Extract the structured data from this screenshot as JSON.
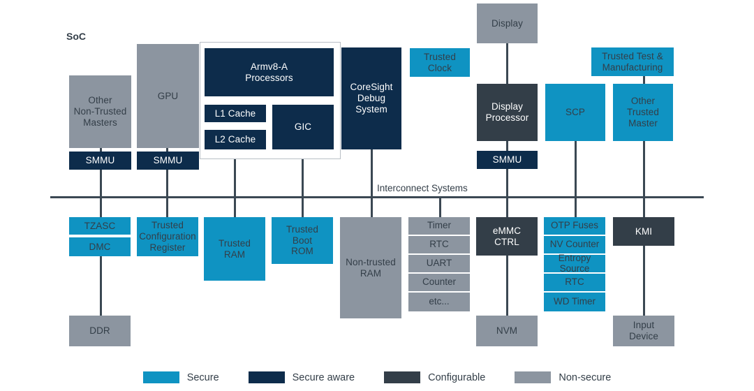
{
  "diagram": {
    "title": "SoC",
    "bus_label": "Interconnect Systems",
    "colors": {
      "secure": "#0f93c2",
      "secure_aware": "#0d2c4b",
      "configurable": "#333e48",
      "non_secure": "#8c95a0",
      "wire": "#3b4853",
      "group_border": "#b9bfc6",
      "background": "#ffffff"
    }
  },
  "masters": {
    "other_non_trusted_masters": "Other\nNon-Trusted\nMasters",
    "other_non_trusted_masters_lines": [
      "Other",
      "Non-Trusted",
      "Masters"
    ],
    "smmu_1": "SMMU",
    "gpu": "GPU",
    "smmu_2": "SMMU",
    "armv8a_processors_lines": [
      "Armv8-A",
      "Processors"
    ],
    "l1_cache": "L1 Cache",
    "l2_cache": "L2 Cache",
    "gic": "GIC",
    "coresight_lines": [
      "CoreSight",
      "Debug",
      "System"
    ],
    "trusted_clock_lines": [
      "Trusted",
      "Clock"
    ],
    "display": "Display",
    "display_processor_lines": [
      "Display",
      "Processor"
    ],
    "smmu_3": "SMMU",
    "scp": "SCP",
    "trusted_test_manufacturing_lines": [
      "Trusted Test &",
      "Manufacturing"
    ],
    "other_trusted_master_lines": [
      "Other",
      "Trusted",
      "Master"
    ]
  },
  "slaves": {
    "tzasc": "TZASC",
    "dmc": "DMC",
    "ddr": "DDR",
    "trusted_configuration_register_lines": [
      "Trusted",
      "Configuration",
      "Register"
    ],
    "trusted_ram_lines": [
      "Trusted",
      "RAM"
    ],
    "trusted_boot_rom_lines": [
      "Trusted",
      "Boot",
      "ROM"
    ],
    "non_trusted_ram_lines": [
      "Non-trusted",
      "RAM"
    ],
    "peripheral_stack": [
      "Timer",
      "RTC",
      "UART",
      "Counter",
      "etc..."
    ],
    "emmc_ctrl_lines": [
      "eMMC",
      "CTRL"
    ],
    "nvm": "NVM",
    "secure_peripheral_stack": [
      "OTP Fuses",
      "NV Counter",
      "Entropy\nSource",
      "RTC",
      "WD Timer"
    ],
    "secure_peripheral_stack_lines": [
      [
        "OTP Fuses"
      ],
      [
        "NV Counter"
      ],
      [
        "Entropy",
        "Source"
      ],
      [
        "RTC"
      ],
      [
        "WD Timer"
      ]
    ],
    "kmi": "KMI",
    "input_device_lines": [
      "Input",
      "Device"
    ]
  },
  "legend": {
    "items": [
      {
        "label": "Secure",
        "color": "#0f93c2"
      },
      {
        "label": "Secure aware",
        "color": "#0d2c4b"
      },
      {
        "label": "Configurable",
        "color": "#333e48"
      },
      {
        "label": "Non-secure",
        "color": "#8c95a0"
      }
    ]
  }
}
